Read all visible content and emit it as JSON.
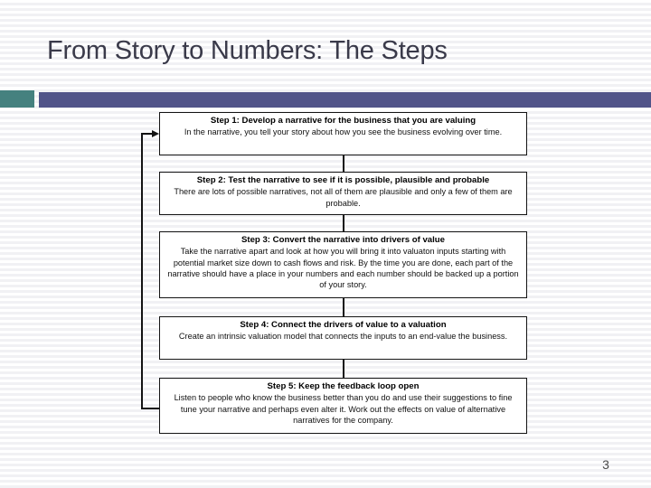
{
  "slide": {
    "title": "From Story to Numbers: The Steps",
    "page_number": "3",
    "colors": {
      "title_text": "#3a3a4a",
      "rule_teal": "#45817f",
      "rule_purple": "#515489",
      "box_border": "#141414",
      "box_fill": "#ffffff",
      "background": "#ffffff"
    }
  },
  "flowchart": {
    "type": "vertical-process-with-feedback-loop",
    "steps": [
      {
        "id": "step-1",
        "heading": "Step 1: Develop a narrative for the business that you are valuing",
        "body": "In the narrative, you tell your story about how you see the business evolving over time."
      },
      {
        "id": "step-2",
        "heading": "Step 2: Test the narrative to see if it is possible, plausible and probable",
        "body": "There are lots of possible narratives, not all of them are plausible and only a few of them are probable."
      },
      {
        "id": "step-3",
        "heading": "Step 3: Convert the narrative into drivers of value",
        "body": "Take the narrative apart and look at how you will bring it into valuaton inputs starting with potential market size down to cash flows and risk. By the time you are done, each part of the narrative should have a place in your numbers and each number should be backed up a portion of your story."
      },
      {
        "id": "step-4",
        "heading": "Step 4: Connect the drivers of value to a valuation",
        "body": "Create an intrinsic valuation model that connects the inputs to an end-value the business."
      },
      {
        "id": "step-5",
        "heading": "Step 5: Keep the feedback loop open",
        "body": "Listen to people who know the business better than you do and use their suggestions to fine tune your narrative and perhaps even alter it. Work out the effects on value of alternative narratives for the company."
      }
    ],
    "feedback_loop": {
      "from": "step-5",
      "to": "step-1",
      "direction": "upward-left"
    }
  }
}
